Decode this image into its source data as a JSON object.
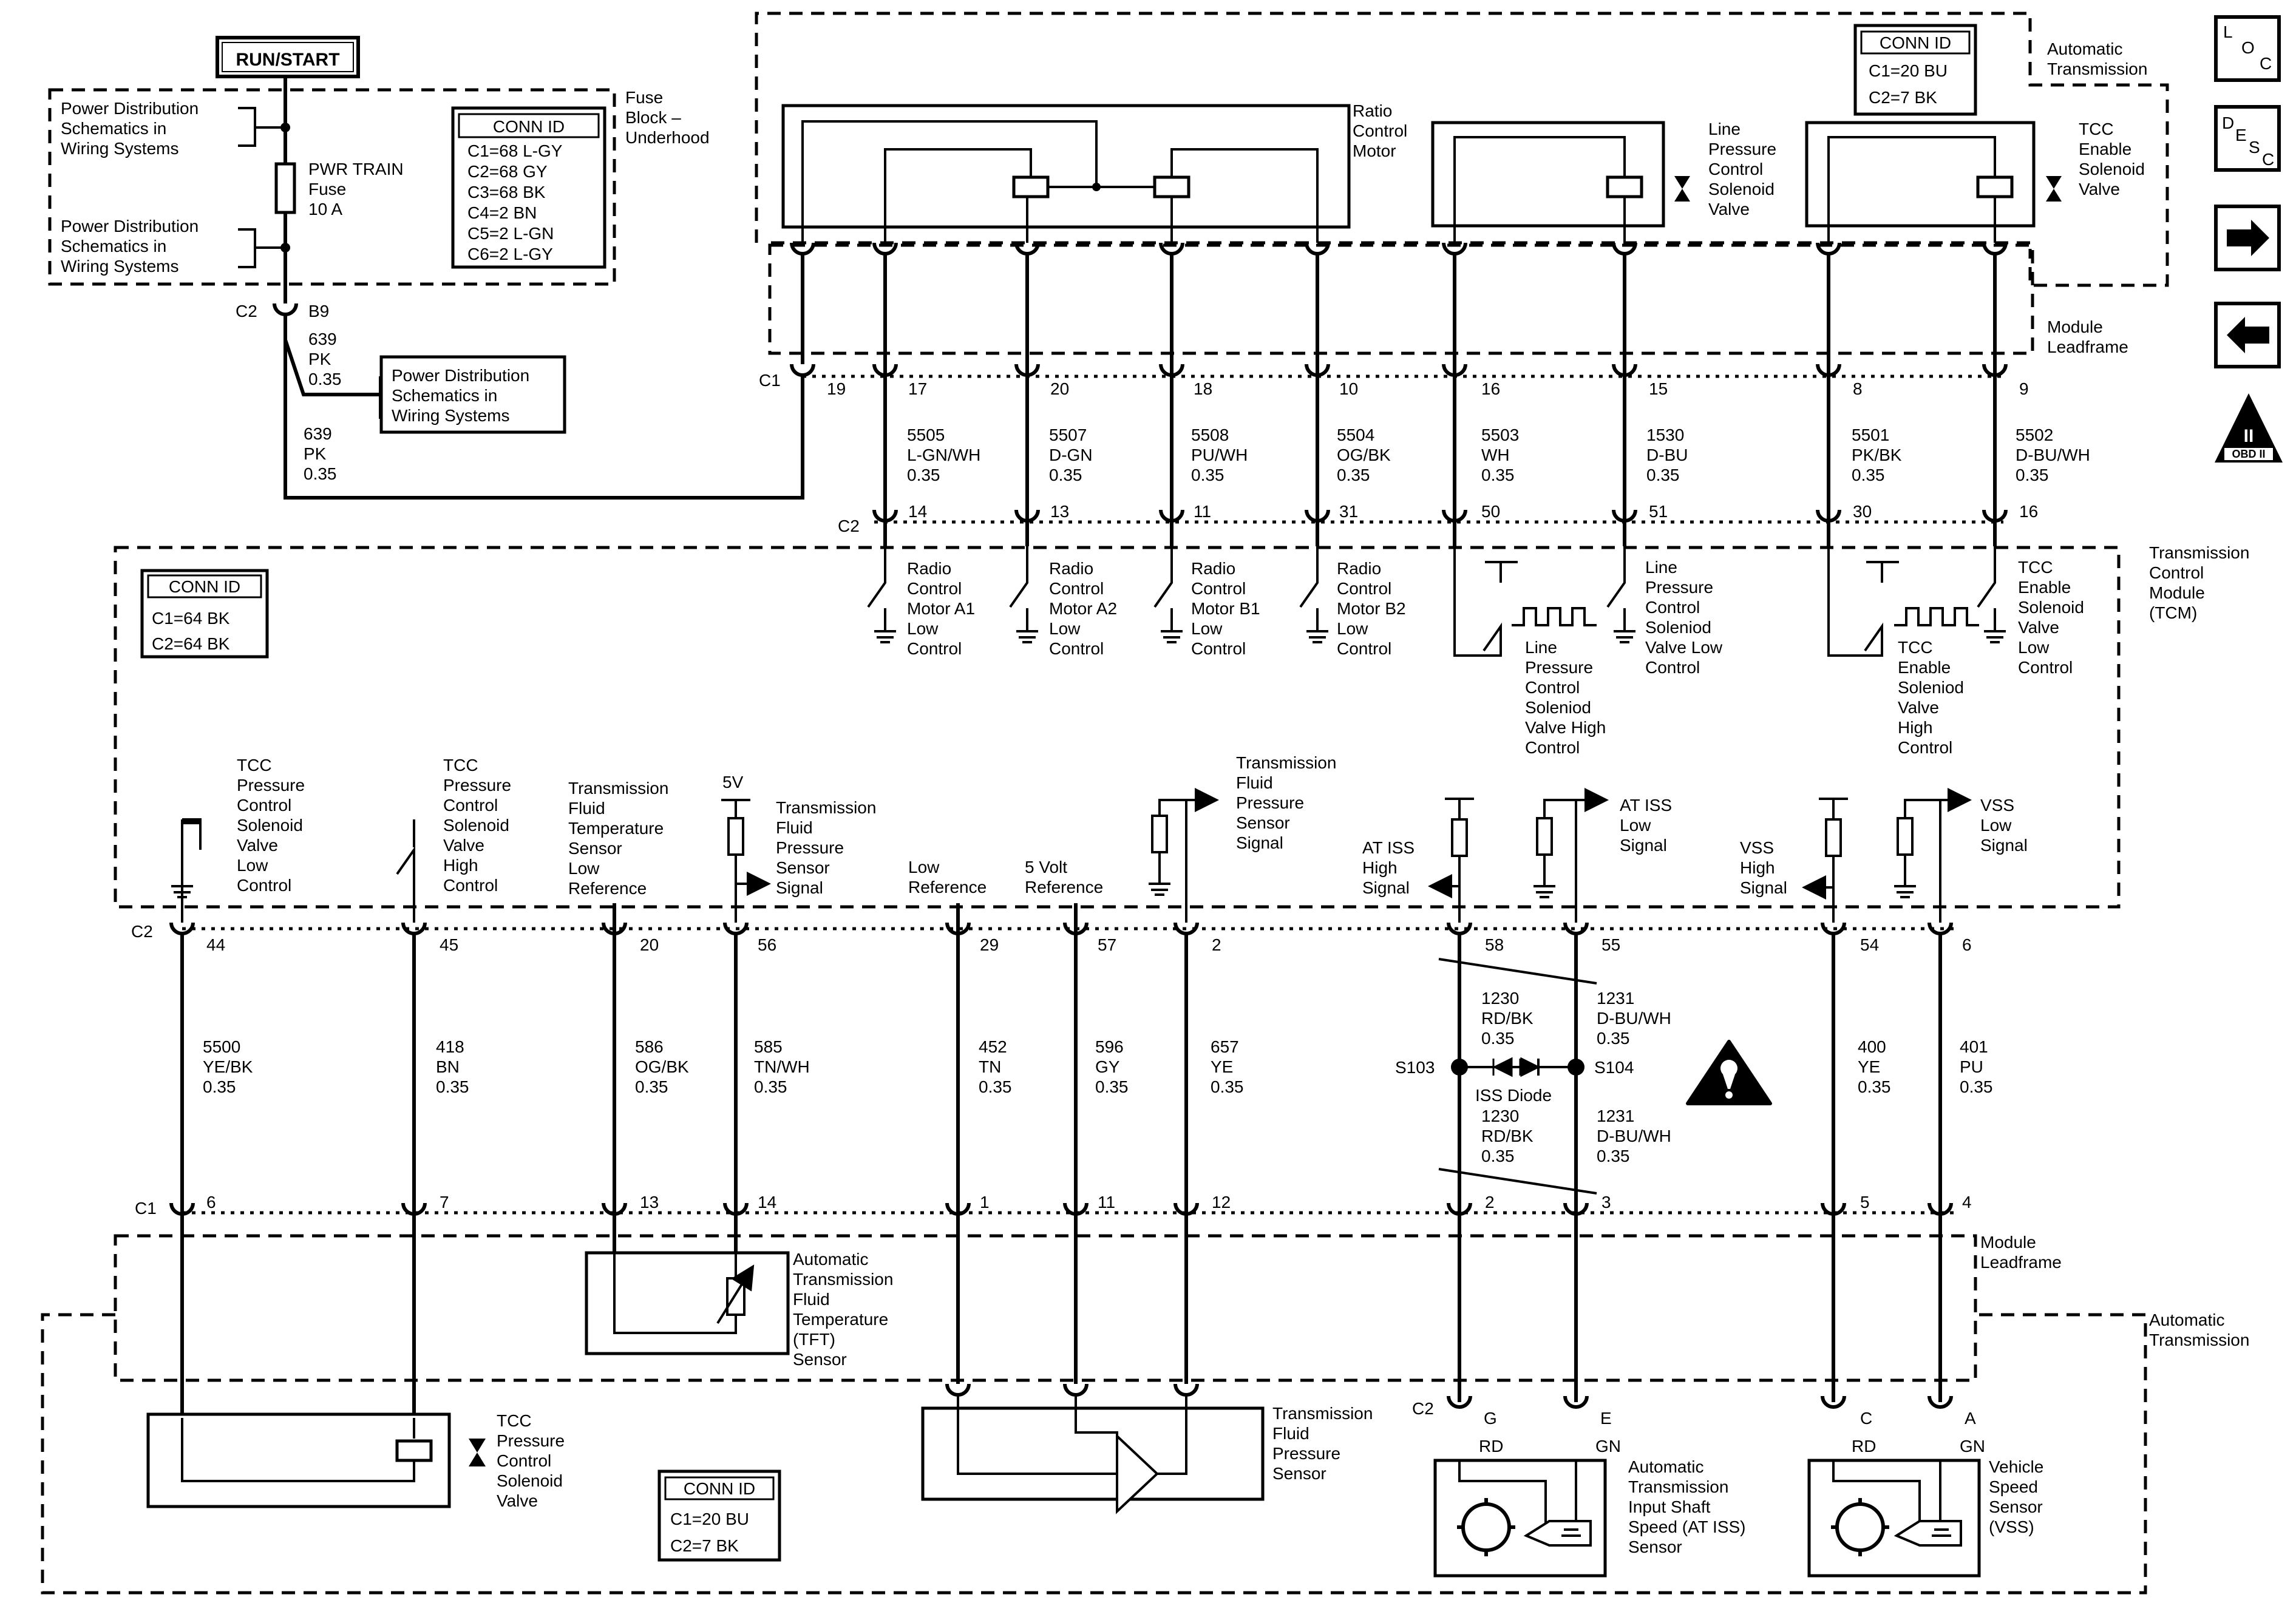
{
  "header": {
    "run_start": "RUN/START"
  },
  "fuse_block": {
    "title_lines": [
      "Fuse",
      "Block –",
      "Underhood"
    ],
    "pd_top": [
      "Power Distribution",
      "Schematics in",
      "Wiring Systems"
    ],
    "pd_bottom": [
      "Power Distribution",
      "Schematics in",
      "Wiring Systems"
    ],
    "fuse_lines": [
      "PWR TRAIN",
      "Fuse",
      "10 A"
    ],
    "conn_title": "CONN ID",
    "conn_rows": [
      "C1=68 L-GY",
      "C2=68 GY",
      "C3=68 BK",
      "C4=2 BN",
      "C5=2 L-GN",
      "C6=2 L-GY"
    ],
    "c2_label": "C2",
    "b9_label": "B9",
    "wire_top": [
      "639",
      "PK",
      "0.35"
    ],
    "wire_left": [
      "639",
      "PK",
      "0.35"
    ],
    "pd_right": [
      "Power Distribution",
      "Schematics in",
      "Wiring Systems"
    ]
  },
  "auto_trans_top": {
    "title_lines": [
      "Automatic",
      "Transmission"
    ],
    "conn_title": "CONN ID",
    "conn_rows": [
      "C1=20 BU",
      "C2=7 BK"
    ],
    "ratio_motor": [
      "Ratio",
      "Control",
      "Motor"
    ],
    "line_pressure": [
      "Line",
      "Pressure",
      "Control",
      "Solenoid",
      "Valve"
    ],
    "tcc_enable": [
      "TCC",
      "Enable",
      "Solenoid",
      "Valve"
    ],
    "module_leadframe": [
      "Module",
      "Leadframe"
    ]
  },
  "top_connector": {
    "c1_label": "C1",
    "c2_label": "C2",
    "c1_pins": [
      "19",
      "17",
      "20",
      "18",
      "10",
      "16",
      "15",
      "8",
      "9"
    ],
    "c2_pins": [
      "14",
      "13",
      "11",
      "31",
      "50",
      "51",
      "30",
      "16"
    ],
    "wires": [
      [
        "5505",
        "L-GN/WH",
        "0.35"
      ],
      [
        "5507",
        "D-GN",
        "0.35"
      ],
      [
        "5508",
        "PU/WH",
        "0.35"
      ],
      [
        "5504",
        "OG/BK",
        "0.35"
      ],
      [
        "5503",
        "WH",
        "0.35"
      ],
      [
        "1530",
        "D-BU",
        "0.35"
      ],
      [
        "5501",
        "PK/BK",
        "0.35"
      ],
      [
        "5502",
        "D-BU/WH",
        "0.35"
      ]
    ]
  },
  "tcm": {
    "title_lines": [
      "Transmission",
      "Control",
      "Module",
      "(TCM)"
    ],
    "conn_title": "CONN ID",
    "conn_rows": [
      "C1=64 BK",
      "C2=64 BK"
    ],
    "upper_labels": [
      [
        "Radio",
        "Control",
        "Motor A1",
        "Low",
        "Control"
      ],
      [
        "Radio",
        "Control",
        "Motor A2",
        "Low",
        "Control"
      ],
      [
        "Radio",
        "Control",
        "Motor B1",
        "Low",
        "Control"
      ],
      [
        "Radio",
        "Control",
        "Motor B2",
        "Low",
        "Control"
      ],
      [
        "Line",
        "Pressure",
        "Control",
        "Soleniod",
        "Valve Low",
        "Control"
      ],
      [
        "Line",
        "Pressure",
        "Control",
        "Soleniod",
        "Valve High",
        "Control"
      ],
      [
        "TCC",
        "Enable",
        "Solenoid",
        "Valve",
        "Low",
        "Control"
      ],
      [
        "TCC",
        "Enable",
        "Soleniod",
        "Valve",
        "High",
        "Control"
      ]
    ],
    "lower_labels": [
      [
        "TCC",
        "Pressure",
        "Control",
        "Solenoid",
        "Valve",
        "Low",
        "Control"
      ],
      [
        "TCC",
        "Pressure",
        "Control",
        "Solenoid",
        "Valve",
        "High",
        "Control"
      ],
      [
        "Transmission",
        "Fluid",
        "Temperature",
        "Sensor",
        "Low",
        "Reference"
      ],
      [
        "Transmission",
        "Fluid",
        "Pressure",
        "Sensor",
        "Signal"
      ],
      [
        "Low",
        "Reference"
      ],
      [
        "5 Volt",
        "Reference"
      ],
      [
        "Transmission",
        "Fluid",
        "Pressure",
        "Sensor",
        "Signal"
      ],
      [
        "AT ISS",
        "High",
        "Signal"
      ],
      [
        "AT ISS",
        "Low",
        "Signal"
      ],
      [
        "VSS",
        "High",
        "Signal"
      ],
      [
        "VSS",
        "Low",
        "Signal"
      ]
    ],
    "five_v": "5V"
  },
  "bottom_connector": {
    "c2_label": "C2",
    "c1_label": "C1",
    "c2_pins": [
      "44",
      "45",
      "20",
      "56",
      "29",
      "57",
      "2",
      "58",
      "55",
      "54",
      "6"
    ],
    "c1_pins": [
      "6",
      "7",
      "13",
      "14",
      "1",
      "11",
      "12",
      "2",
      "3",
      "5",
      "4"
    ],
    "wires": [
      [
        "5500",
        "YE/BK",
        "0.35"
      ],
      [
        "418",
        "BN",
        "0.35"
      ],
      [
        "586",
        "OG/BK",
        "0.35"
      ],
      [
        "585",
        "TN/WH",
        "0.35"
      ],
      [
        "452",
        "TN",
        "0.35"
      ],
      [
        "596",
        "GY",
        "0.35"
      ],
      [
        "657",
        "YE",
        "0.35"
      ],
      [
        "400",
        "YE",
        "0.35"
      ],
      [
        "401",
        "PU",
        "0.35"
      ]
    ],
    "iss_upper_left": [
      "1230",
      "RD/BK",
      "0.35"
    ],
    "iss_upper_right": [
      "1231",
      "D-BU/WH",
      "0.35"
    ],
    "iss_lower_left": [
      "1230",
      "RD/BK",
      "0.35"
    ],
    "iss_lower_right": [
      "1231",
      "D-BU/WH",
      "0.35"
    ],
    "s103": "S103",
    "s104": "S104",
    "iss_diode": "ISS Diode"
  },
  "auto_trans_bottom": {
    "title_lines": [
      "Automatic",
      "Transmission"
    ],
    "module_leadframe": [
      "Module",
      "Leadframe"
    ],
    "tft_sensor": [
      "Automatic",
      "Transmission",
      "Fluid",
      "Temperature",
      "(TFT)",
      "Sensor"
    ],
    "tcc_pc_valve": [
      "TCC",
      "Pressure",
      "Control",
      "Solenoid",
      "Valve"
    ],
    "tfp_sensor": [
      "Transmission",
      "Fluid",
      "Pressure",
      "Sensor"
    ],
    "conn_title": "CONN ID",
    "conn_rows": [
      "C1=20 BU",
      "C2=7 BK"
    ],
    "c2_label": "C2",
    "iss_pins": [
      "G",
      "E"
    ],
    "iss_colors": [
      "RD",
      "GN"
    ],
    "vss_pins": [
      "C",
      "A"
    ],
    "vss_colors": [
      "RD",
      "GN"
    ],
    "iss_sensor": [
      "Automatic",
      "Transmission",
      "Input Shaft",
      "Speed (AT ISS)",
      "Sensor"
    ],
    "vss_sensor": [
      "Vehicle",
      "Speed",
      "Sensor",
      "(VSS)"
    ]
  },
  "nav": {
    "loc": [
      "L",
      "O",
      "C"
    ],
    "desc": [
      "D",
      "E",
      "S",
      "C"
    ],
    "obd": [
      "II",
      "OBD II"
    ],
    "icons": [
      "forward-arrow-icon",
      "back-arrow-icon",
      "obd-ii-icon"
    ]
  }
}
